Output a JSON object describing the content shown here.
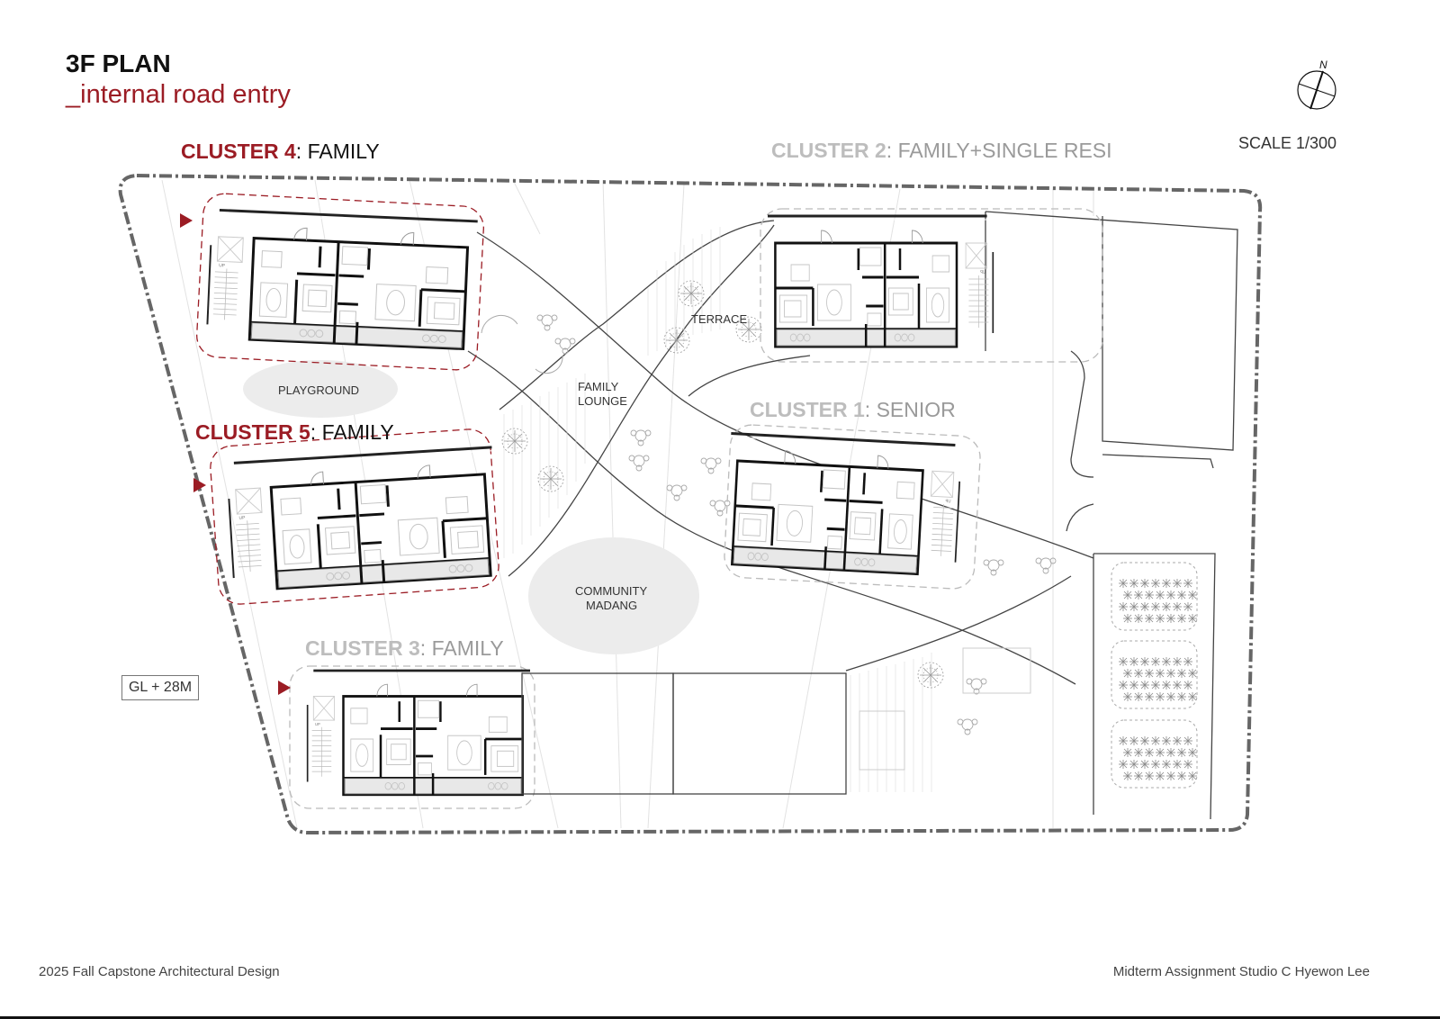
{
  "header": {
    "title": "3F PLAN",
    "subtitle": "_internal road entry",
    "north_label": "N",
    "scale": "SCALE 1/300"
  },
  "clusters": [
    {
      "number": "CLUSTER 4",
      "type": ": FAMILY"
    },
    {
      "number": "CLUSTER 2",
      "type": ": FAMILY+SINGLE RESI"
    },
    {
      "number": "CLUSTER 5",
      "type": ": FAMILY"
    },
    {
      "number": "CLUSTER 1",
      "type": ": SENIOR"
    },
    {
      "number": "CLUSTER 3",
      "type": ": FAMILY"
    }
  ],
  "areas": {
    "playground": "PLAYGROUND",
    "terrace": "TERRACE",
    "family_lounge_1": "FAMILY",
    "family_lounge_2": "LOUNGE",
    "madang_1": "COMMUNITY",
    "madang_2": "MADANG"
  },
  "level_tag": "GL + 28M",
  "stair_label": "UP",
  "footer": {
    "left": "2025 Fall Capstone Architectural Design",
    "right": "Midterm Assignment Studio C  Hyewon Lee"
  },
  "colors": {
    "accent": "#9b1c24",
    "muted_label": "#bdbdbd",
    "line": "#111111",
    "fill_area": "#ececec"
  }
}
